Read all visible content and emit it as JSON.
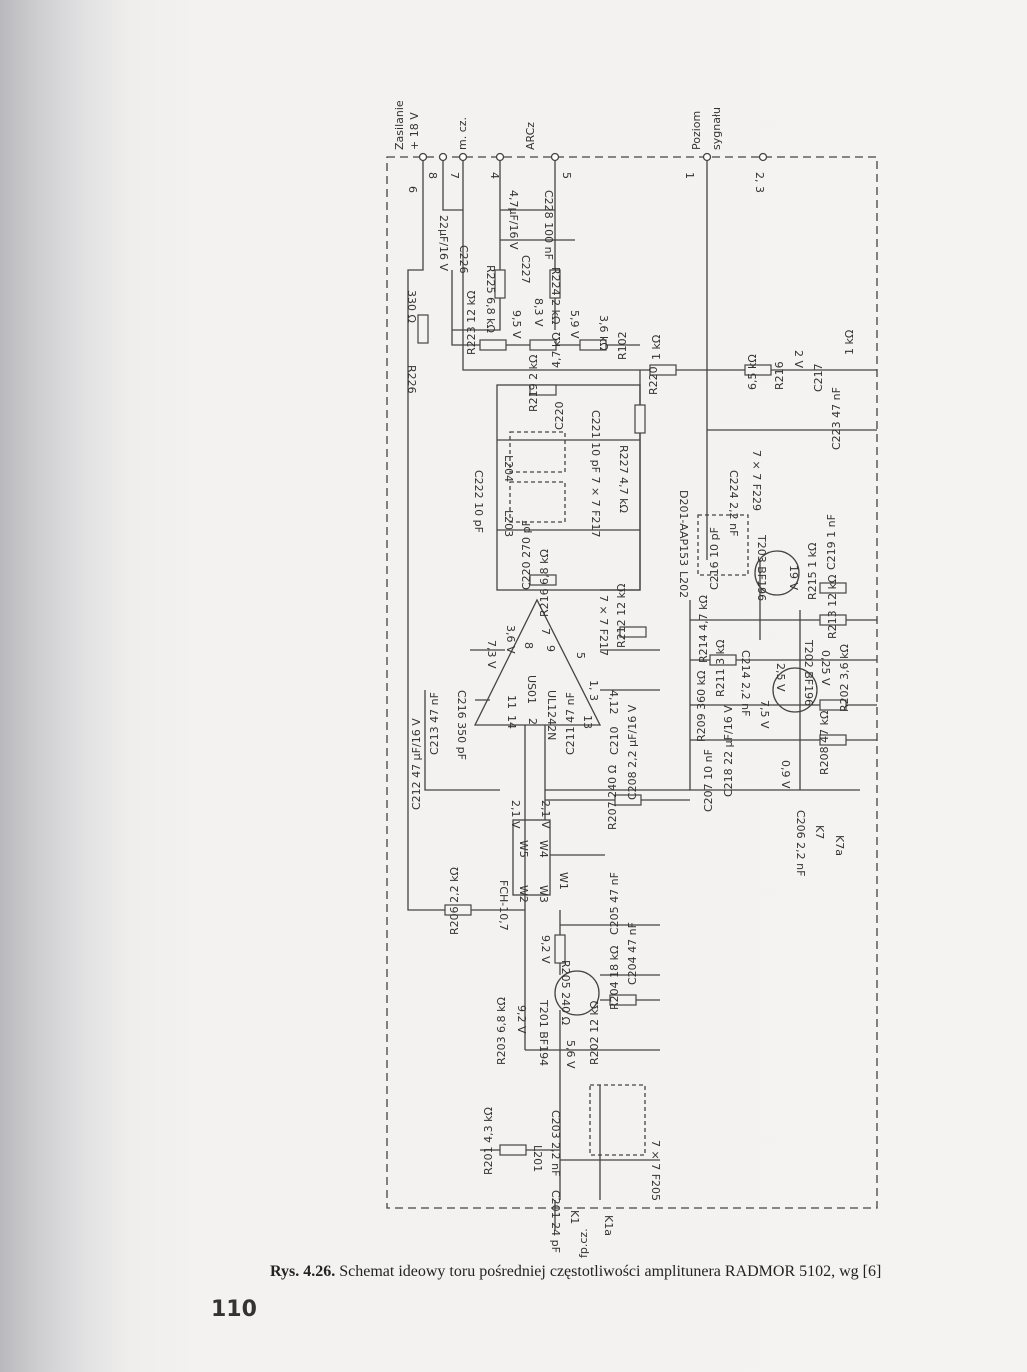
{
  "figure": {
    "terminals": {
      "supply": [
        "Zasilanie",
        "+ 18 V"
      ],
      "af": "m. cz.",
      "agc": "ARCz",
      "signal_level": [
        "Poziom",
        "sygnału"
      ],
      "pins": [
        "6",
        "8",
        "7",
        "4",
        "5",
        "1",
        "2, 3"
      ]
    },
    "labels": [
      "C228 100 nF",
      "4,7µF/16 V",
      "C227",
      "22µF/16 V",
      "C226",
      "R225 6,8 kΩ",
      "R224 2 kΩ",
      "330 Ω",
      "R226",
      "9,5 V",
      "8,3 V",
      "5,9 V",
      "3,6 kΩ",
      "R223 12 kΩ",
      "4,7 kΩ",
      "R102",
      "1 kΩ",
      "R220",
      "2 V",
      "1 kΩ",
      "6,5 kΩ",
      "R216",
      "C217",
      "R219 2 kΩ",
      "C220",
      "C223 47 nF",
      "C222 10 pF",
      "L204",
      "L203",
      "C221 10 pF 7 × 7 F217",
      "R227 4,7 kΩ",
      "D201-AAP153",
      "C224 2,2 nF",
      "7 × 7 F229",
      "C220 270 pF",
      "7 × 7 F217",
      "L202",
      "T203 BF196",
      "19 V",
      "C219 1 nF",
      "R215 1 kΩ",
      "R216 6,8 kΩ",
      "3,6 V",
      "7,3 V",
      "R212 12 kΩ",
      "1, 3",
      "4,12",
      "US01",
      "UL1242N",
      "C216 350 pF",
      "C216 10 pF",
      "R214 4,7 kΩ",
      "C214 2,2 nF",
      "T202 BF196",
      "0,25 V",
      "R213 12 kΩ",
      "2,5 V",
      "R211 3 kΩ",
      "7,5 V",
      "R202 3,6 kΩ",
      "R209 360 kΩ",
      "C213 47 nF",
      "C211 47 nF",
      "C210",
      "C218 22 µF/16 V",
      "0,9 V",
      "R208 47 kΩ",
      "C212 47 µF/16 V",
      "2,1 V",
      "2,1 V",
      "C208 2,2 µF/16 V",
      "C207 10 nF",
      "C206 2,2 nF",
      "R207 240 Ω",
      "K7",
      "K7a",
      "FCH-10,7",
      "W5",
      "W4",
      "W2",
      "W3",
      "W1",
      "R206 2,2 kΩ",
      "C205 47 nF",
      "9,2 V",
      "R205 240 Ω",
      "9,2 V",
      "T201 BF194",
      "C204 47 nF",
      "R204 18 kΩ",
      "5,6 V",
      "R203 6,8 kΩ",
      "R202 12 kΩ",
      "C203 2,2 nF",
      "L201",
      "7 × 7 F205",
      "R201 4,3 kΩ",
      "C201 24 pF",
      "K1",
      "K1a",
      "fp.cz.",
      "7",
      "8",
      "9",
      "5",
      "14",
      "11",
      "2",
      "13"
    ]
  },
  "caption": {
    "number": "Rys. 4.26.",
    "text": "Schemat ideowy toru pośredniej częstotliwości amplitunera RADMOR 5102, wg [6]"
  },
  "page_number": "110"
}
